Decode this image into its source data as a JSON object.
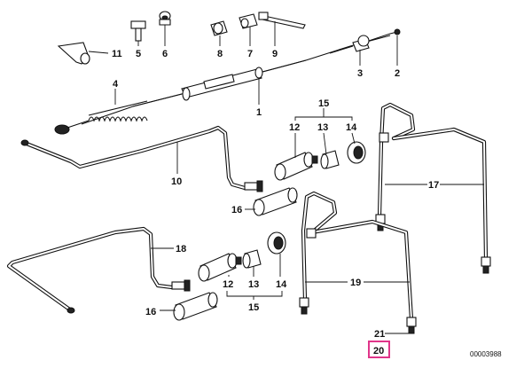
{
  "diagram": {
    "callouts": [
      {
        "id": "c11",
        "label": "11"
      },
      {
        "id": "c5",
        "label": "5"
      },
      {
        "id": "c6",
        "label": "6"
      },
      {
        "id": "c8",
        "label": "8"
      },
      {
        "id": "c7",
        "label": "7"
      },
      {
        "id": "c9",
        "label": "9"
      },
      {
        "id": "c3",
        "label": "3"
      },
      {
        "id": "c2",
        "label": "2"
      },
      {
        "id": "c4",
        "label": "4"
      },
      {
        "id": "c1",
        "label": "1"
      },
      {
        "id": "c15a",
        "label": "15"
      },
      {
        "id": "c12a",
        "label": "12"
      },
      {
        "id": "c13a",
        "label": "13"
      },
      {
        "id": "c14a",
        "label": "14"
      },
      {
        "id": "c10",
        "label": "10"
      },
      {
        "id": "c17",
        "label": "17"
      },
      {
        "id": "c16a",
        "label": "16"
      },
      {
        "id": "c18",
        "label": "18"
      },
      {
        "id": "c12b",
        "label": "12"
      },
      {
        "id": "c13b",
        "label": "13"
      },
      {
        "id": "c14b",
        "label": "14"
      },
      {
        "id": "c19",
        "label": "19"
      },
      {
        "id": "c15b",
        "label": "15"
      },
      {
        "id": "c16b",
        "label": "16"
      },
      {
        "id": "c21",
        "label": "21"
      },
      {
        "id": "c20",
        "label": "20"
      }
    ],
    "highlighted_part": "20",
    "highlight_color": "#e0358a",
    "reference_number": "00003988"
  }
}
